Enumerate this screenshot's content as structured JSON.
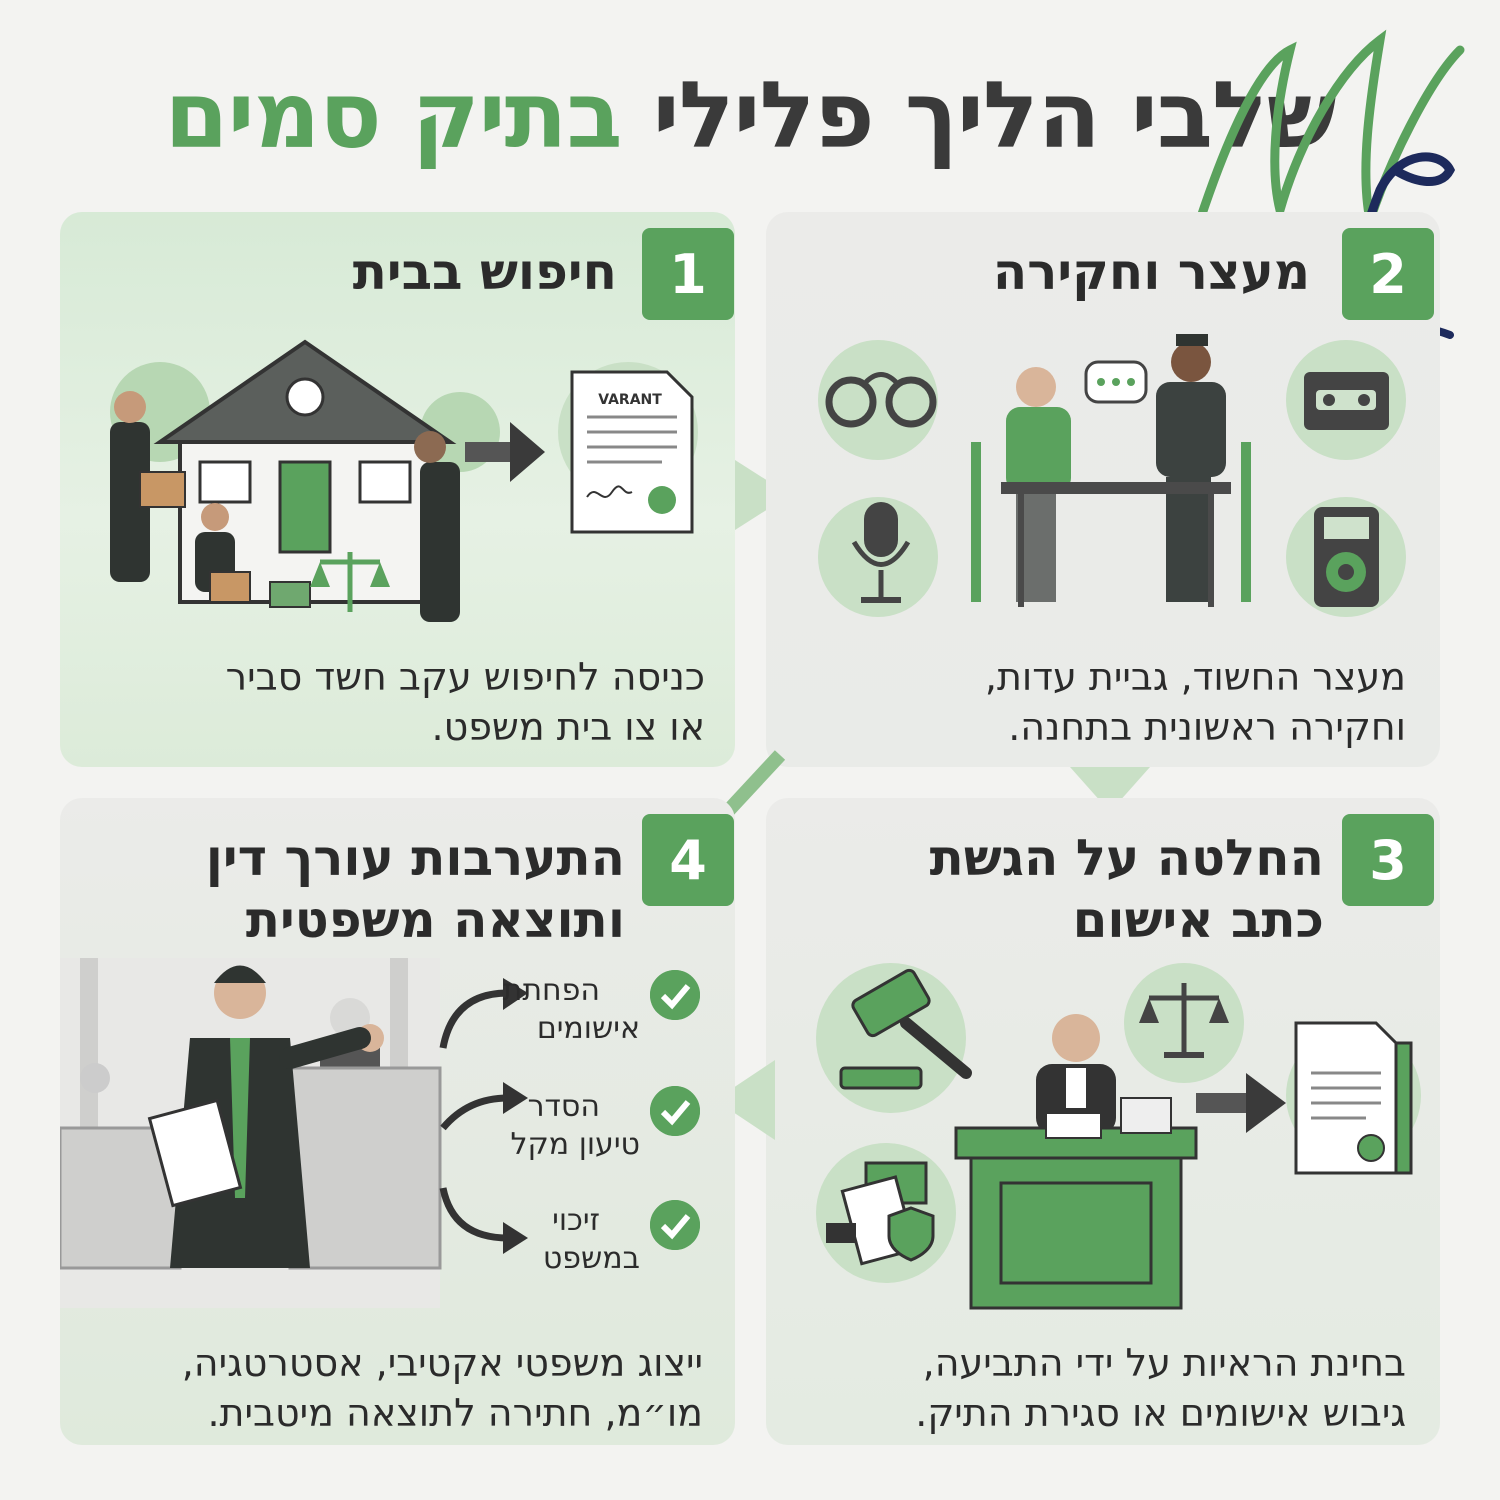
{
  "title": {
    "part1": "שלבי הליך פלילי",
    "part2": "בתיק סמים"
  },
  "logo": {
    "letters": "ML"
  },
  "colors": {
    "accent": "#5aa25d",
    "text": "#2b2b2b",
    "logo_green": "#5aa25d",
    "logo_navy": "#1d2a5c"
  },
  "steps": [
    {
      "number": "1",
      "heading": "חיפוש בבית",
      "desc_line1": "כניסה לחיפוש עקב חשד סביר",
      "desc_line2": "או צו בית משפט.",
      "warrant_label": "VARANT",
      "icons": [
        "police-search-house",
        "warrant-document"
      ]
    },
    {
      "number": "2",
      "heading": "מעצר וחקירה",
      "desc_line1": "מעצר החשוד, גביית עדות,",
      "desc_line2": "וחקירה ראשונית בתחנה.",
      "icons": [
        "handcuffs",
        "cassette",
        "microphone",
        "recorder",
        "interrogation"
      ]
    },
    {
      "number": "3",
      "heading_line1": "החלטה על הגשת",
      "heading_line2": "כתב אישום",
      "desc_line1": "בחינת הראיות על ידי התביעה,",
      "desc_line2": "גיבוש אישומים או סגירת התיק.",
      "icons": [
        "gavel",
        "scales",
        "judge",
        "evidence",
        "indictment-document"
      ]
    },
    {
      "number": "4",
      "heading_line1": "התערבות עורך דין",
      "heading_line2": "ותוצאה משפטית",
      "desc_line1": "ייצוג משפטי אקטיבי, אסטרטגיה,",
      "desc_line2": "מו״מ, חתירה לתוצאה מיטבית.",
      "outcomes": [
        {
          "line1": "הפחתת",
          "line2": "אישומים"
        },
        {
          "line1": "הסדר",
          "line2": "טיעון מקל"
        },
        {
          "line1": "זיכוי",
          "line2": "במשפט"
        }
      ],
      "icons": [
        "lawyer-courtroom",
        "check"
      ]
    }
  ]
}
